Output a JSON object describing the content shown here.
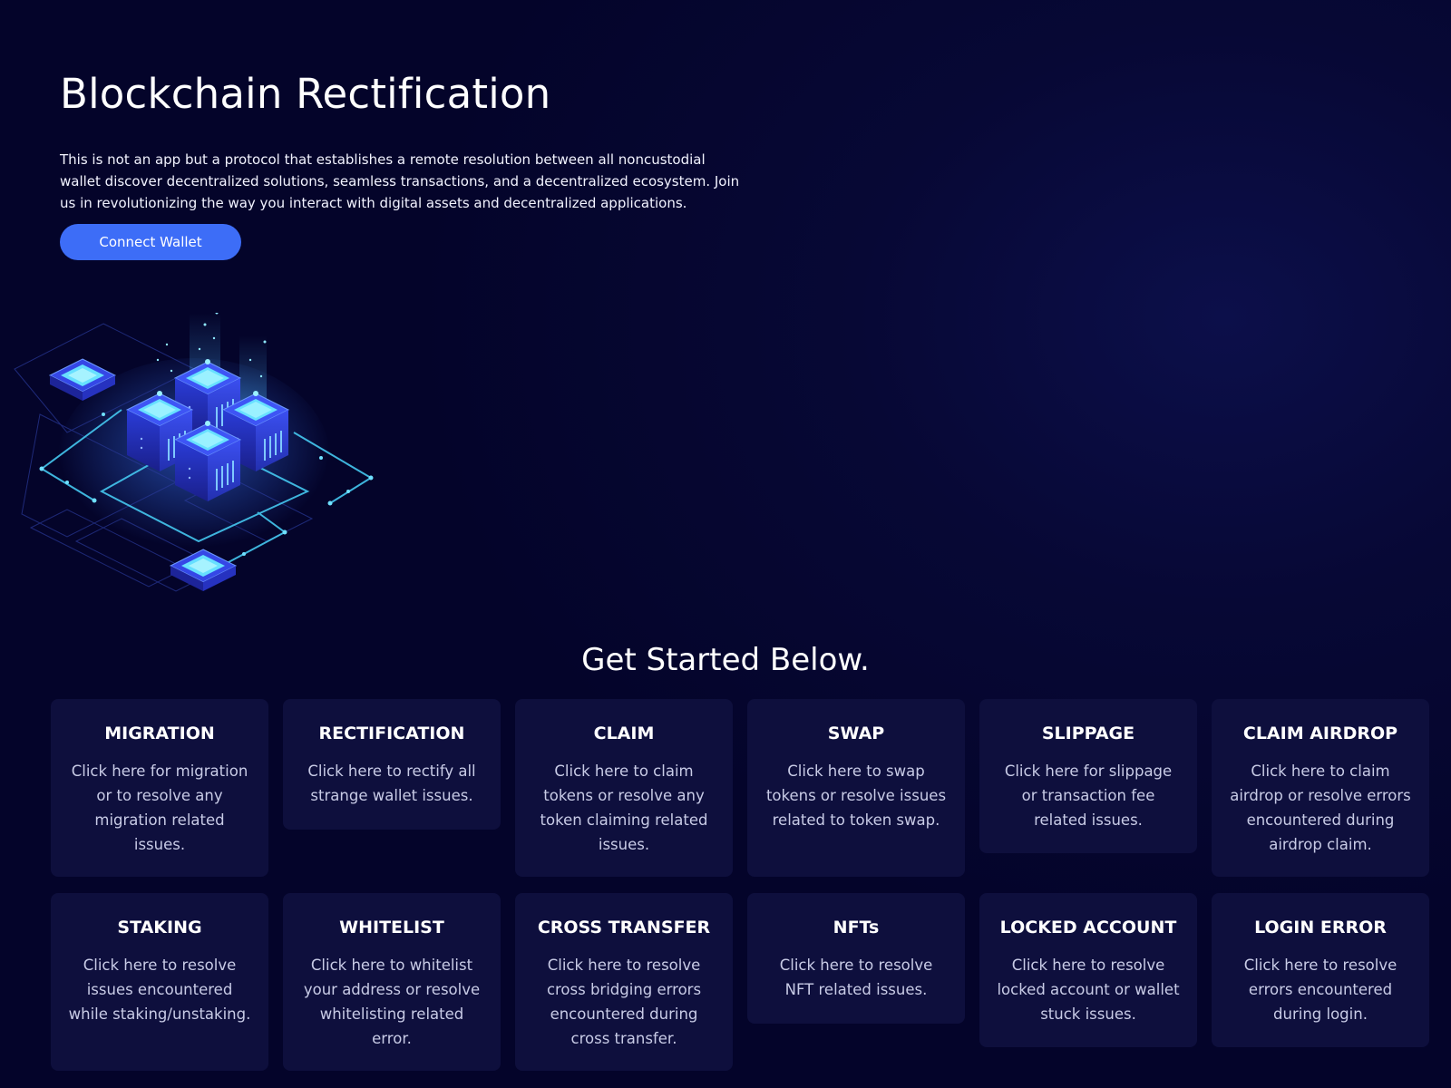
{
  "hero": {
    "title": "Blockchain Rectification",
    "description": "This is not an app but a protocol that establishes a remote resolution between all noncustodial wallet discover decentralized solutions, seamless transactions, and a decentralized ecosystem. Join us in revolutionizing the way you interact with digital assets and decentralized applications.",
    "connect_label": "Connect Wallet"
  },
  "section": {
    "title": "Get Started Below."
  },
  "cards": [
    {
      "title": "MIGRATION",
      "desc": "Click here for migration or to resolve any migration related issues."
    },
    {
      "title": "RECTIFICATION",
      "desc": "Click here to rectify all strange wallet issues."
    },
    {
      "title": "CLAIM",
      "desc": "Click here to claim tokens or resolve any token claiming related issues."
    },
    {
      "title": "SWAP",
      "desc": "Click here to swap tokens or resolve issues related to token swap."
    },
    {
      "title": "SLIPPAGE",
      "desc": "Click here for slippage or transaction fee related issues."
    },
    {
      "title": "CLAIM AIRDROP",
      "desc": "Click here to claim airdrop or resolve errors encountered during airdrop claim."
    },
    {
      "title": "STAKING",
      "desc": "Click here to resolve issues encountered while staking/unstaking."
    },
    {
      "title": "WHITELIST",
      "desc": "Click here to whitelist your address or resolve whitelisting related error."
    },
    {
      "title": "CROSS TRANSFER",
      "desc": "Click here to resolve cross bridging errors encountered during cross transfer."
    },
    {
      "title": "NFTs",
      "desc": "Click here to resolve NFT related issues."
    },
    {
      "title": "LOCKED ACCOUNT",
      "desc": "Click here to resolve locked account or wallet stuck issues."
    },
    {
      "title": "LOGIN ERROR",
      "desc": "Click here to resolve errors encountered during login."
    }
  ],
  "colors": {
    "background": "#05052a",
    "accent": "#3d6df7",
    "card": "#0e0f3d",
    "illustration_glow": "#5fd4ff"
  }
}
